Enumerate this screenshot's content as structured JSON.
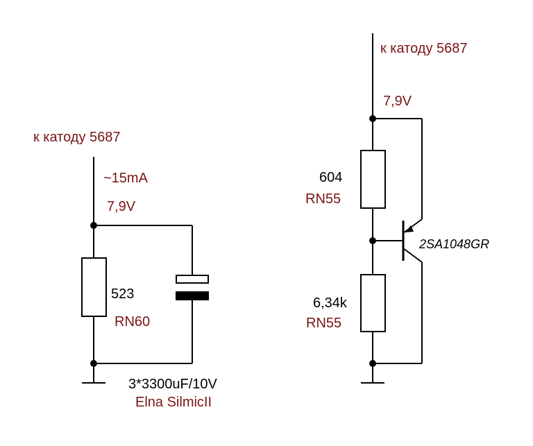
{
  "colors": {
    "label_dark_red": "#7a1416",
    "wire": "#000000"
  },
  "left": {
    "cathode_label": "к катоду 5687",
    "current_label": "~15mA",
    "voltage_label": "7,9V",
    "resistor": {
      "value": "523",
      "type": "RN60"
    },
    "capacitor": {
      "value": "3*3300uF/10V",
      "type": "Elna SilmicII"
    }
  },
  "right": {
    "cathode_label": "к катоду 5687",
    "voltage_label": "7,9V",
    "resistor_top": {
      "value": "604",
      "type": "RN55"
    },
    "resistor_bottom": {
      "value": "6,34k",
      "type": "RN55"
    },
    "transistor": {
      "label": "2SA1048GR"
    }
  }
}
